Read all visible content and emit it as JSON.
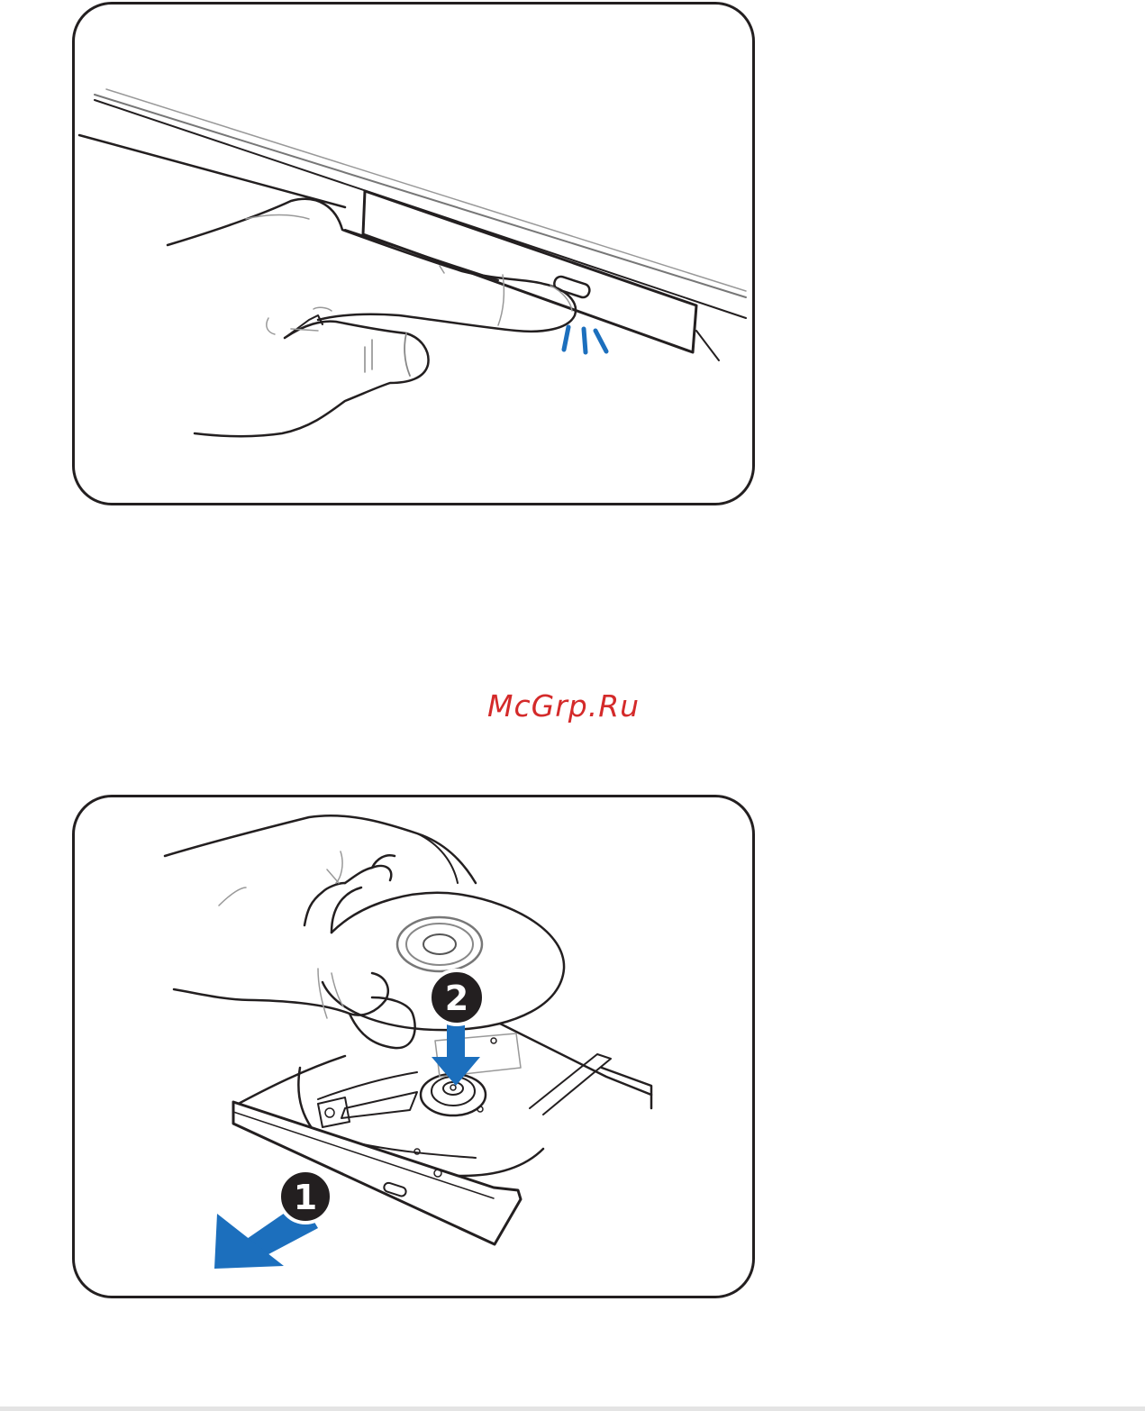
{
  "watermark": {
    "text": "McGrp.Ru"
  },
  "figures": [
    {
      "name": "press-eject-button",
      "icon": "hand-pressing-eject-icon"
    },
    {
      "name": "insert-disc",
      "icon": "disc-tray-icon"
    }
  ],
  "steps": [
    {
      "number": "1"
    },
    {
      "number": "2"
    }
  ],
  "colors": {
    "outline": "#231f20",
    "accent": "#1c6fbd",
    "watermark": "#d42a2a"
  }
}
